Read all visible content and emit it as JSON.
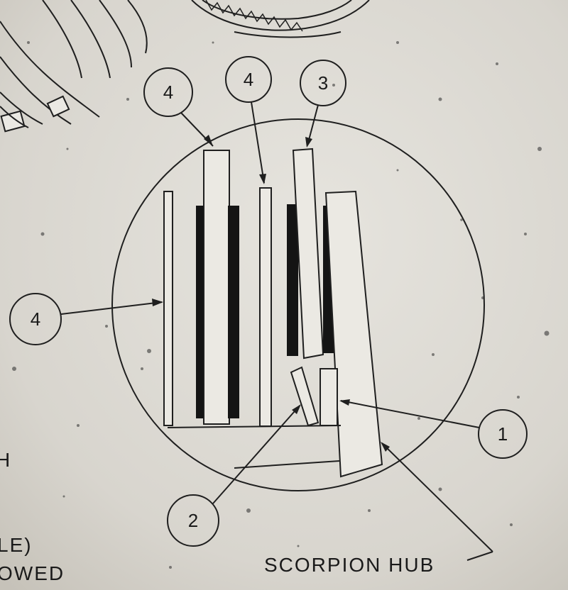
{
  "callouts": {
    "top_left": "4",
    "top_middle": "4",
    "top_right": "3",
    "left": "4",
    "right": "1",
    "bottom": "2"
  },
  "labels": {
    "scorpion_hub": "SCORPION HUB",
    "edge_fragment_1": "H",
    "edge_fragment_2": "LE)",
    "edge_fragment_3": "OWED"
  },
  "colors": {
    "paper": "#d9d6cf",
    "ink": "#1f1f1f",
    "friction": "#141414"
  }
}
